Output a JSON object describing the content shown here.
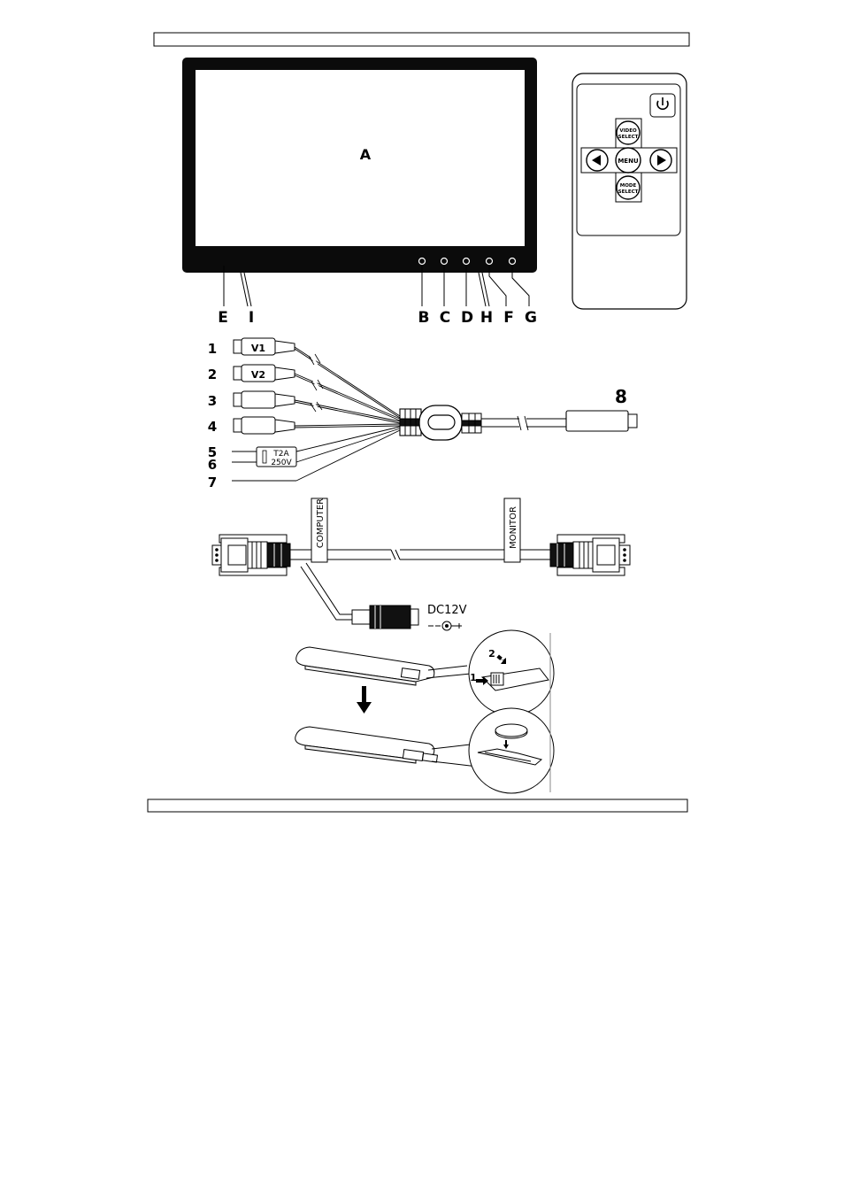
{
  "monitor": {
    "screen_label": "A",
    "callouts": [
      "E",
      "I",
      "B",
      "C",
      "D",
      "H",
      "F",
      "G"
    ]
  },
  "remote": {
    "power_icon": "power-icon",
    "video_select": [
      "VIDEO",
      "SELECT"
    ],
    "menu": "MENU",
    "mode_select": [
      "MODE",
      "SELECT"
    ],
    "left_icon": "triangle-left-icon",
    "right_icon": "triangle-right-icon"
  },
  "harness": {
    "numbers": [
      "1",
      "2",
      "3",
      "4",
      "5",
      "6",
      "7",
      "8"
    ],
    "plug_v1": "V1",
    "plug_v2": "V2",
    "fuse_lines": [
      "T2A",
      "250V"
    ]
  },
  "vga_cable": {
    "tag_computer": "COMPUTER",
    "tag_monitor": "MONITOR",
    "dc_label": "DC12V"
  },
  "battery": {
    "step1": "1",
    "step2": "2"
  }
}
